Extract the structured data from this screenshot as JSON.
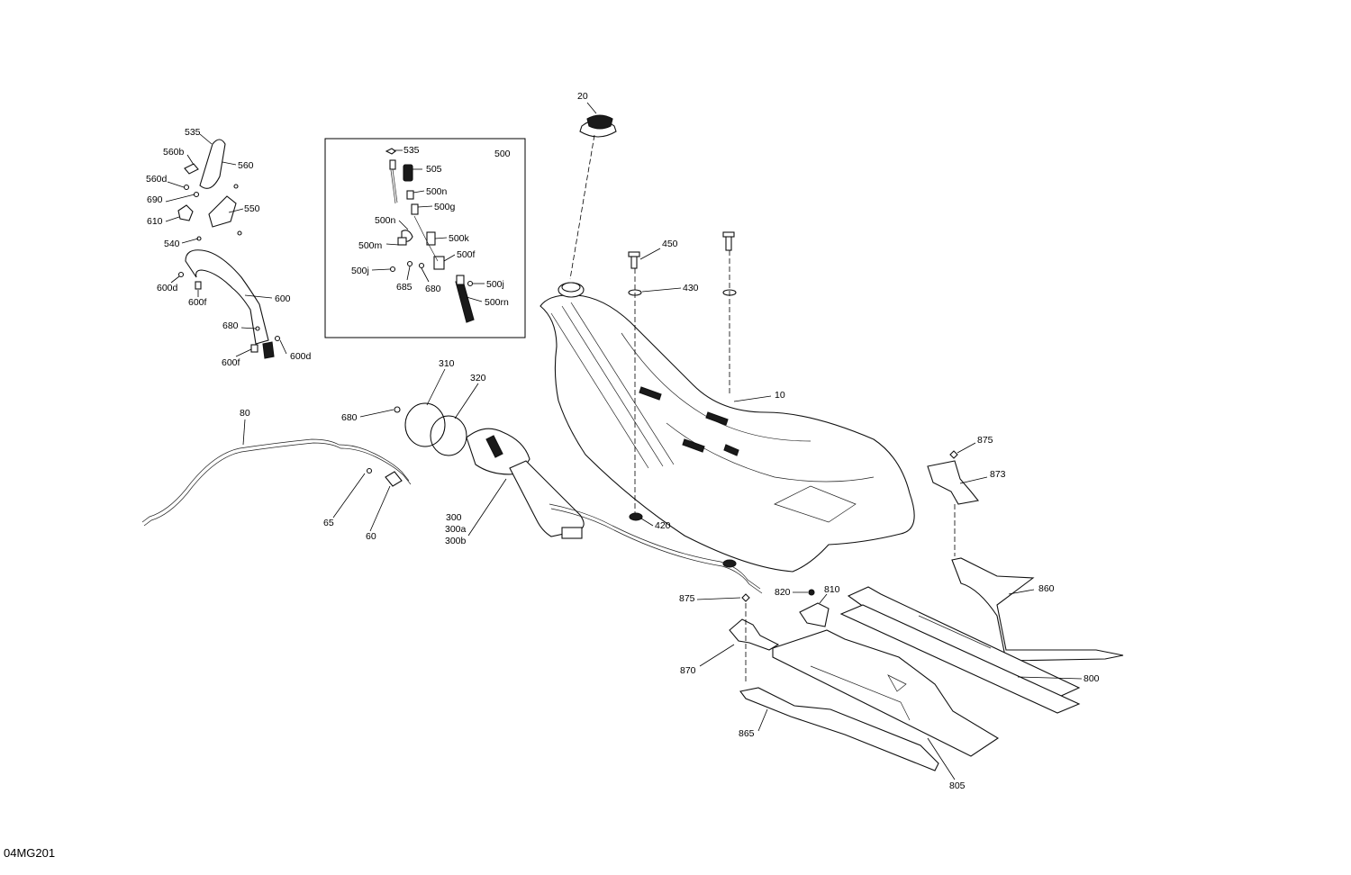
{
  "figure_code": "04MG201",
  "callouts": {
    "c20": "20",
    "c10": "10",
    "c450": "450",
    "c430": "430",
    "c420": "420",
    "c500": "500",
    "c535b": "535",
    "c505": "505",
    "c500n_a": "500n",
    "c500g": "500g",
    "c500n_b": "500n",
    "c500k": "500k",
    "c500m": "500m",
    "c500f": "500f",
    "c500j_a": "500j",
    "c500j_b": "500j",
    "c685": "685",
    "c680b": "680",
    "c500rn": "500rn",
    "c535": "535",
    "c560b": "560b",
    "c560": "560",
    "c560d": "560d",
    "c690": "690",
    "c610": "610",
    "c550": "550",
    "c540": "540",
    "c600d_a": "600d",
    "c600f_a": "600f",
    "c600": "600",
    "c680": "680",
    "c600f_b": "600f",
    "c600d_b": "600d",
    "c310": "310",
    "c320": "320",
    "c680c": "680",
    "c80": "80",
    "c65": "65",
    "c60": "60",
    "c300": "300",
    "c300a": "300a",
    "c300b": "300b",
    "c875a": "875",
    "c873": "873",
    "c860": "860",
    "c800": "800",
    "c875b": "875",
    "c820": "820",
    "c810": "810",
    "c870": "870",
    "c865": "865",
    "c805": "805"
  }
}
